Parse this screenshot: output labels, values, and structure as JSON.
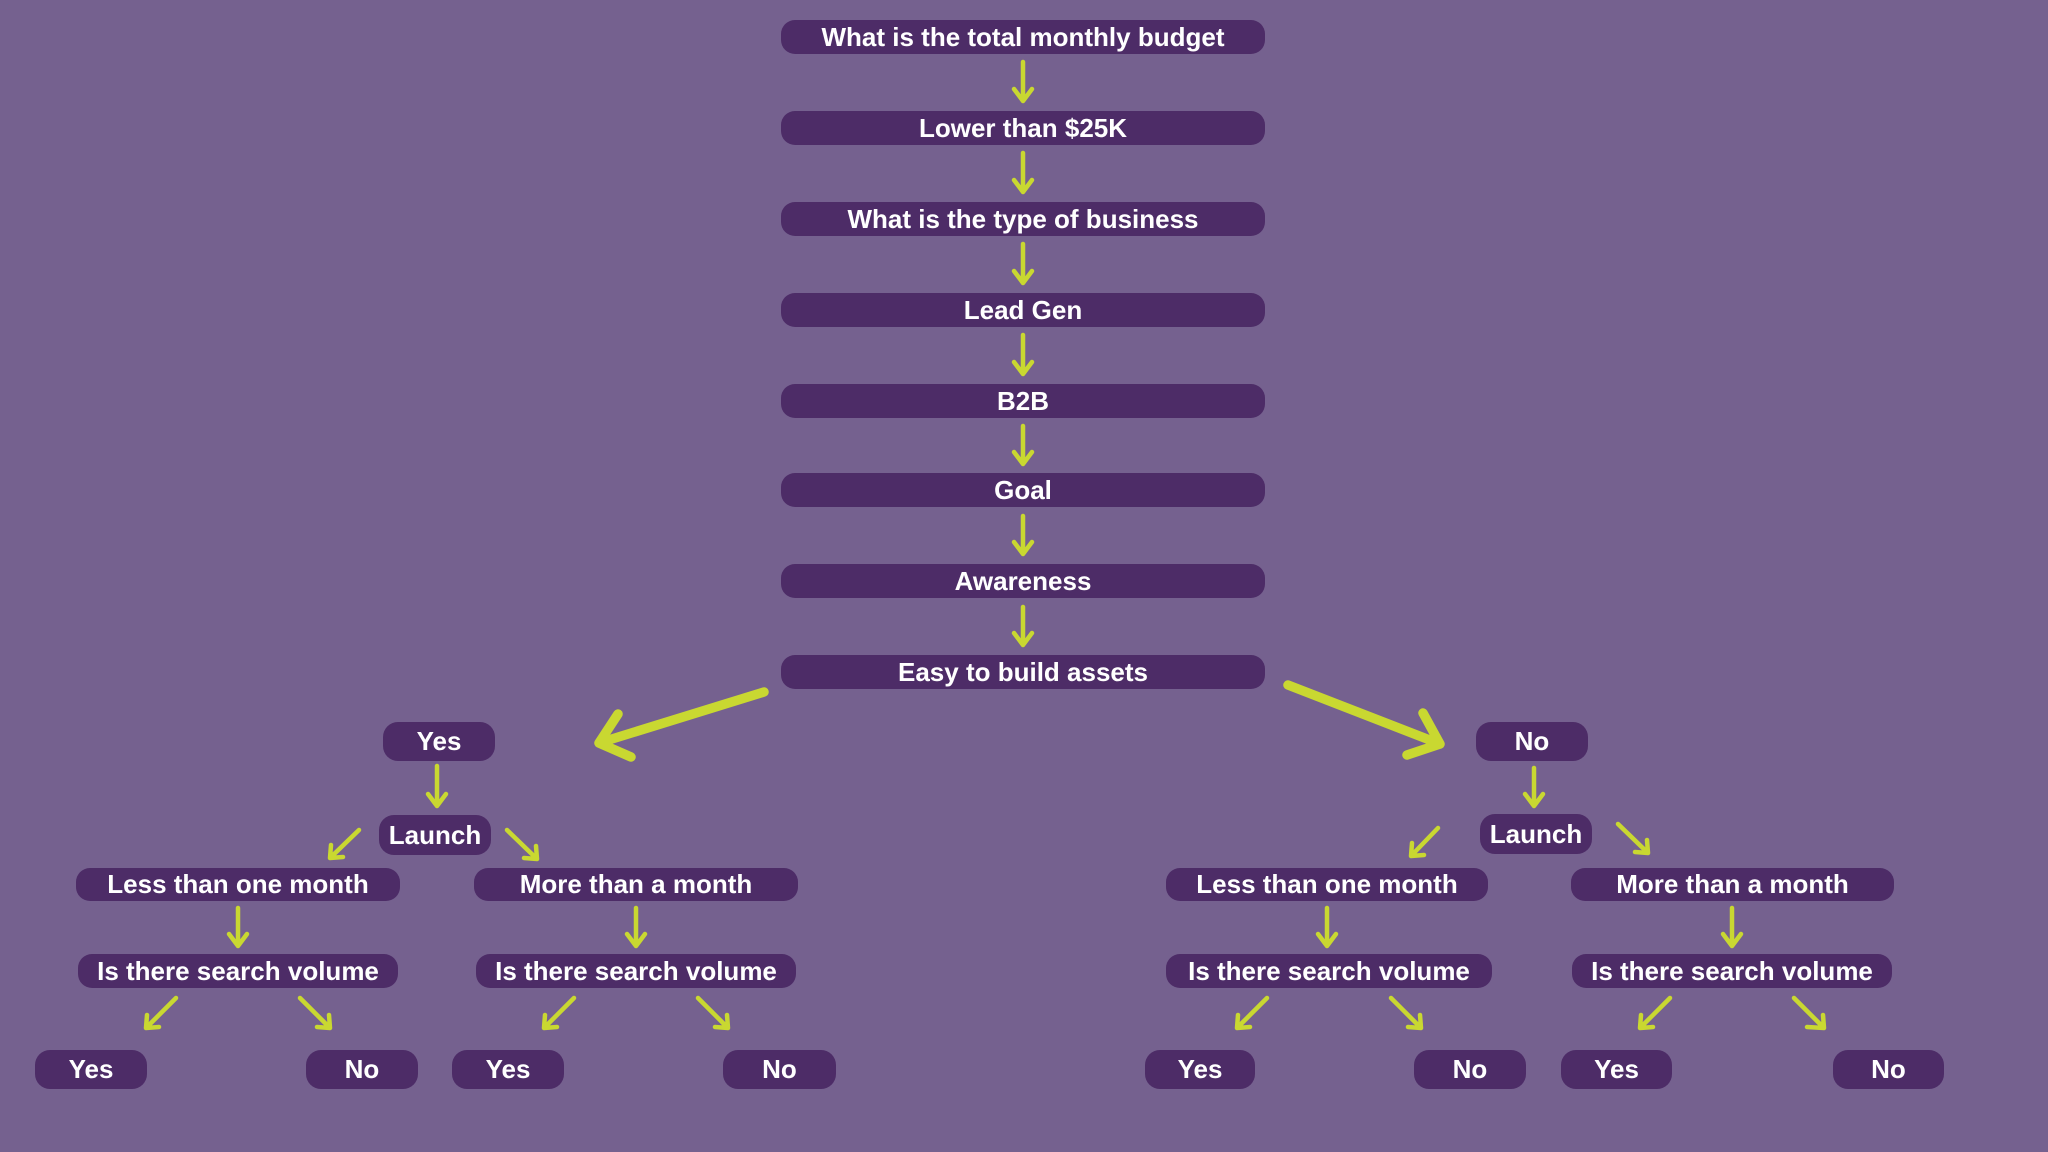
{
  "palette": {
    "background": "#75618F",
    "node_fill": "#4D2C67",
    "node_text": "#FFFFFF",
    "arrow_color": "#C9D831"
  },
  "flowchart": {
    "main_chain": [
      "What is the total monthly budget",
      "Lower than $25K",
      "What is the type of business",
      "Lead Gen",
      "B2B",
      "Goal",
      "Awareness",
      "Easy to build assets"
    ],
    "left_branch": {
      "answer": "Yes",
      "launch_label": "Launch",
      "timelines": [
        {
          "label": "Less than one month",
          "question": "Is there search volume",
          "outcomes": [
            "Yes",
            "No"
          ]
        },
        {
          "label": "More than a month",
          "question": "Is there search volume",
          "outcomes": [
            "Yes",
            "No"
          ]
        }
      ]
    },
    "right_branch": {
      "answer": "No",
      "launch_label": "Launch",
      "timelines": [
        {
          "label": "Less than one month",
          "question": "Is there search volume",
          "outcomes": [
            "Yes",
            "No"
          ]
        },
        {
          "label": "More than a month",
          "question": "Is there search volume",
          "outcomes": [
            "Yes",
            "No"
          ]
        }
      ]
    }
  }
}
